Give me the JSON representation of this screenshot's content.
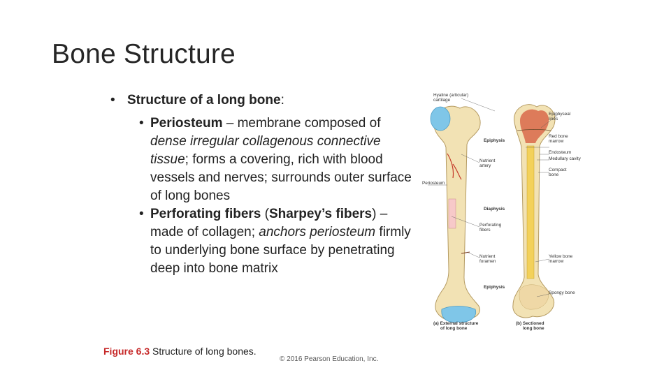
{
  "slide": {
    "title": "Bone Structure",
    "bullet1": {
      "term": "Structure of a long bone",
      "suffix": ":"
    },
    "bullet2": {
      "term": "Periosteum",
      "dash": " – membrane composed of ",
      "italic": "dense irregular collagenous connective tissue",
      "rest": "; forms a covering, rich with blood vessels and nerves; surrounds outer surface of long bones"
    },
    "bullet3": {
      "term": "Perforating fibers",
      "paren": " (",
      "term2": "Sharpey’s fibers",
      "dash": ") – made of collagen; ",
      "italic": "anchors periosteum",
      "rest": " firmly to underlying bone surface by penetrating deep into bone matrix"
    }
  },
  "caption": {
    "figure_number": "Figure 6.3",
    "text": "Structure of long bones.",
    "copyright": "© 2016 Pearson Education, Inc."
  },
  "figure_labels": {
    "hyaline1": "Hyaline (articular)",
    "hyaline2": "cartilage",
    "epiphyseal1": "Epiphyseal",
    "epiphyseal2": "lines",
    "epiphysis_top": "Epiphysis",
    "red_marrow1": "Red bone",
    "red_marrow2": "marrow",
    "endosteum": "Endosteum",
    "medullary": "Medullary cavity",
    "nutrient_artery1": "Nutrient",
    "nutrient_artery2": "artery",
    "compact1": "Compact",
    "compact2": "bone",
    "periosteum": "Periosteum",
    "diaphysis": "Diaphysis",
    "perforating1": "Perforating",
    "perforating2": "fibers",
    "nutrient_foramen1": "Nutrient",
    "nutrient_foramen2": "foramen",
    "yellow_marrow1": "Yellow bone",
    "yellow_marrow2": "marrow",
    "epiphysis_bottom": "Epiphysis",
    "spongy": "Spongy bone",
    "caption_a1": "(a) External structure",
    "caption_a2": "of long bone",
    "caption_b1": "(b) Sectioned",
    "caption_b2": "long bone"
  },
  "colors": {
    "bone": "#f2e2b4",
    "cartilage": "#7fc6e8",
    "red_marrow": "#d9684a",
    "yellow_marrow": "#f3d15a",
    "figure_red": "#c62828"
  }
}
